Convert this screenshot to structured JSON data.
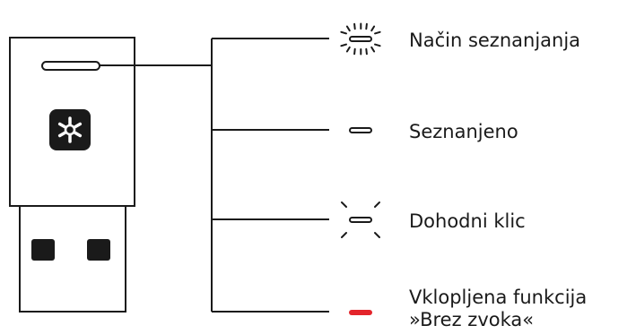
{
  "states": [
    {
      "id": "pairing",
      "label_lines": [
        "Način seznanjanja"
      ],
      "indicator": "fast-blink-icon"
    },
    {
      "id": "paired",
      "label_lines": [
        "Seznanjeno"
      ],
      "indicator": "solid-light-icon"
    },
    {
      "id": "incoming",
      "label_lines": [
        "Dohodni klic"
      ],
      "indicator": "slow-blink-icon"
    },
    {
      "id": "mute",
      "label_lines": [
        "Vklopljena funkcija",
        "»Brez zvoka«"
      ],
      "indicator": "red-light-icon"
    }
  ],
  "colors": {
    "line": "#1a1a1a",
    "mute": "#e3242b",
    "text": "#1a1a1a"
  }
}
